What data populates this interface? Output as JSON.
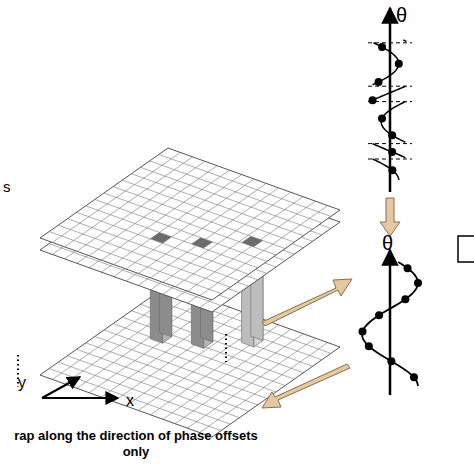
{
  "diagram": {
    "labels": [
      "s",
      "θ",
      "θ",
      "y",
      "x",
      "rap along the direction of phase offsets only"
    ]
  }
}
